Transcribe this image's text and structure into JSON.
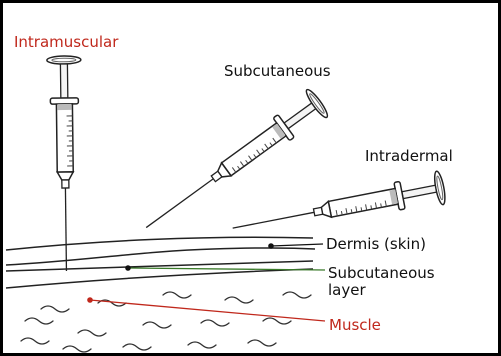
{
  "labels": {
    "intramuscular": "Intramuscular",
    "subcutaneous": "Subcutaneous",
    "intradermal": "Intradermal",
    "dermis": "Dermis (skin)",
    "subcutaneous_layer": [
      "Subcutaneous",
      "layer"
    ],
    "muscle": "Muscle"
  },
  "colors": {
    "intramuscular": "#c0281c",
    "muscle": "#c0281c",
    "subcutaneous_layer_pointer": "#3a7a2a",
    "dermis_pointer": "#111111",
    "outline": "#000000"
  },
  "icons": [
    "syringe-icon"
  ]
}
